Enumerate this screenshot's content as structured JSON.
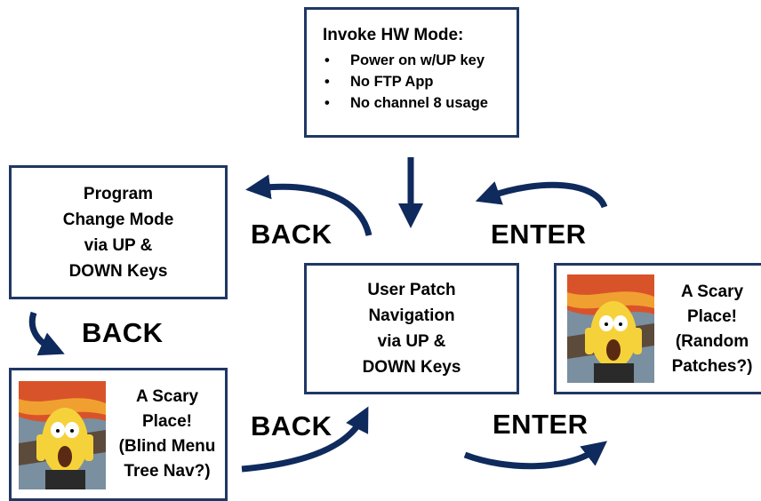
{
  "hw_box": {
    "title": "Invoke HW Mode:",
    "bullets": [
      "Power on w/UP key",
      "No FTP App",
      "No channel 8 usage"
    ]
  },
  "program_box": {
    "lines": [
      "Program",
      "Change Mode",
      "via UP &",
      "DOWN Keys"
    ]
  },
  "user_box": {
    "lines": [
      "User Patch",
      "Navigation",
      "via UP &",
      "DOWN Keys"
    ]
  },
  "scary_right": {
    "lines": [
      "A Scary",
      "Place!",
      "(Random",
      "Patches?)"
    ]
  },
  "scary_left": {
    "lines": [
      "A Scary",
      "Place!",
      "(Blind Menu",
      "Tree Nav?)"
    ]
  },
  "labels": {
    "back_top": "BACK",
    "enter_top": "ENTER",
    "back_left": "BACK",
    "back_bottom": "BACK",
    "enter_bottom": "ENTER"
  },
  "colors": {
    "arrow": "#0f2a5c",
    "border": "#1f3864"
  },
  "icons": {
    "scary_image": "scream-painting-figure"
  }
}
